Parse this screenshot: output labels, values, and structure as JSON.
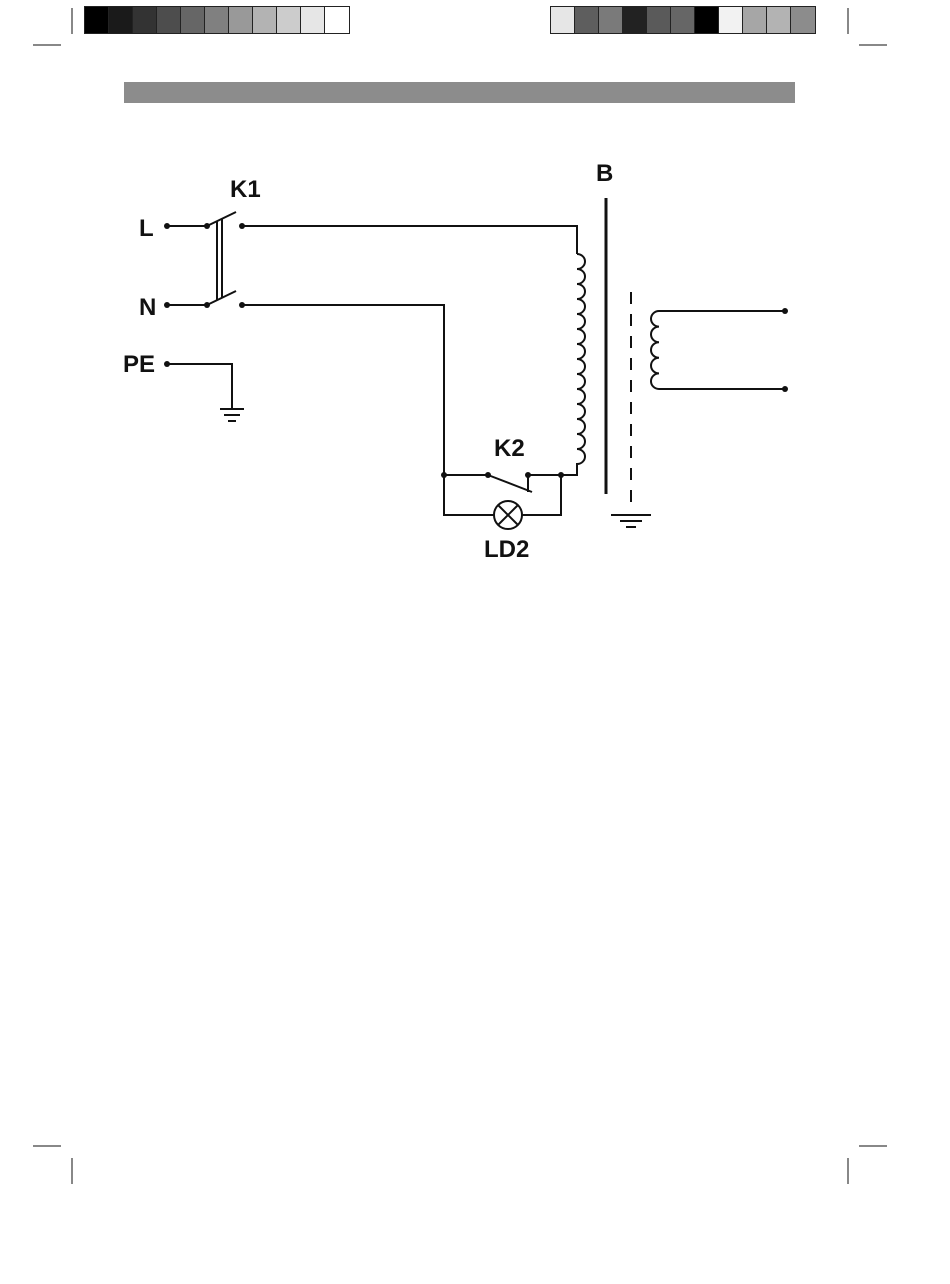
{
  "calibration": {
    "left_swatches": [
      "#000000",
      "#1a1a1a",
      "#333333",
      "#4d4d4d",
      "#666666",
      "#808080",
      "#999999",
      "#b3b3b3",
      "#cccccc",
      "#e6e6e6",
      "#ffffff"
    ],
    "right_swatches": [
      "#e6e6e6",
      "#5e5e5e",
      "#7a7a7a",
      "#222222",
      "#5a5a5a",
      "#666666",
      "#000000",
      "#f2f2f2",
      "#a6a6a6",
      "#b3b3b3",
      "#8c8c8c"
    ]
  },
  "header_band_color": "#8c8c8c",
  "labels": {
    "line": "L",
    "neutral": "N",
    "earth": "PE",
    "switch_main": "K1",
    "switch_lamp": "K2",
    "lamp": "LD2",
    "transformer": "B"
  }
}
